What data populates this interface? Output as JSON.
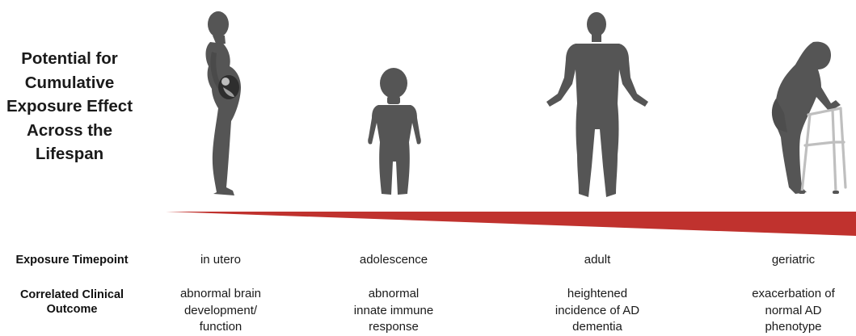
{
  "title_lines": [
    "Potential for",
    "Cumulative",
    "Exposure Effect",
    "Across the",
    "Lifespan"
  ],
  "row_labels": {
    "timepoint": [
      "Exposure Timepoint"
    ],
    "outcome": [
      "Correlated Clinical",
      "Outcome"
    ]
  },
  "stages": [
    {
      "timepoint": "in utero",
      "outcome_lines": [
        "abnormal brain",
        "development/",
        "function"
      ]
    },
    {
      "timepoint": "adolescence",
      "outcome_lines": [
        "abnormal",
        "innate immune",
        "response"
      ]
    },
    {
      "timepoint": "adult",
      "outcome_lines": [
        "heightened",
        "incidence of AD",
        "dementia"
      ]
    },
    {
      "timepoint": "geriatric",
      "outcome_lines": [
        "exacerbation of",
        "normal AD",
        "phenotype"
      ]
    }
  ],
  "figures": [
    "pregnant-woman-icon",
    "child-icon",
    "adult-icon",
    "elderly-with-walker-icon"
  ],
  "colors": {
    "figure": "#555555",
    "wedge": "#c0322e",
    "text": "#1a1a1a"
  }
}
